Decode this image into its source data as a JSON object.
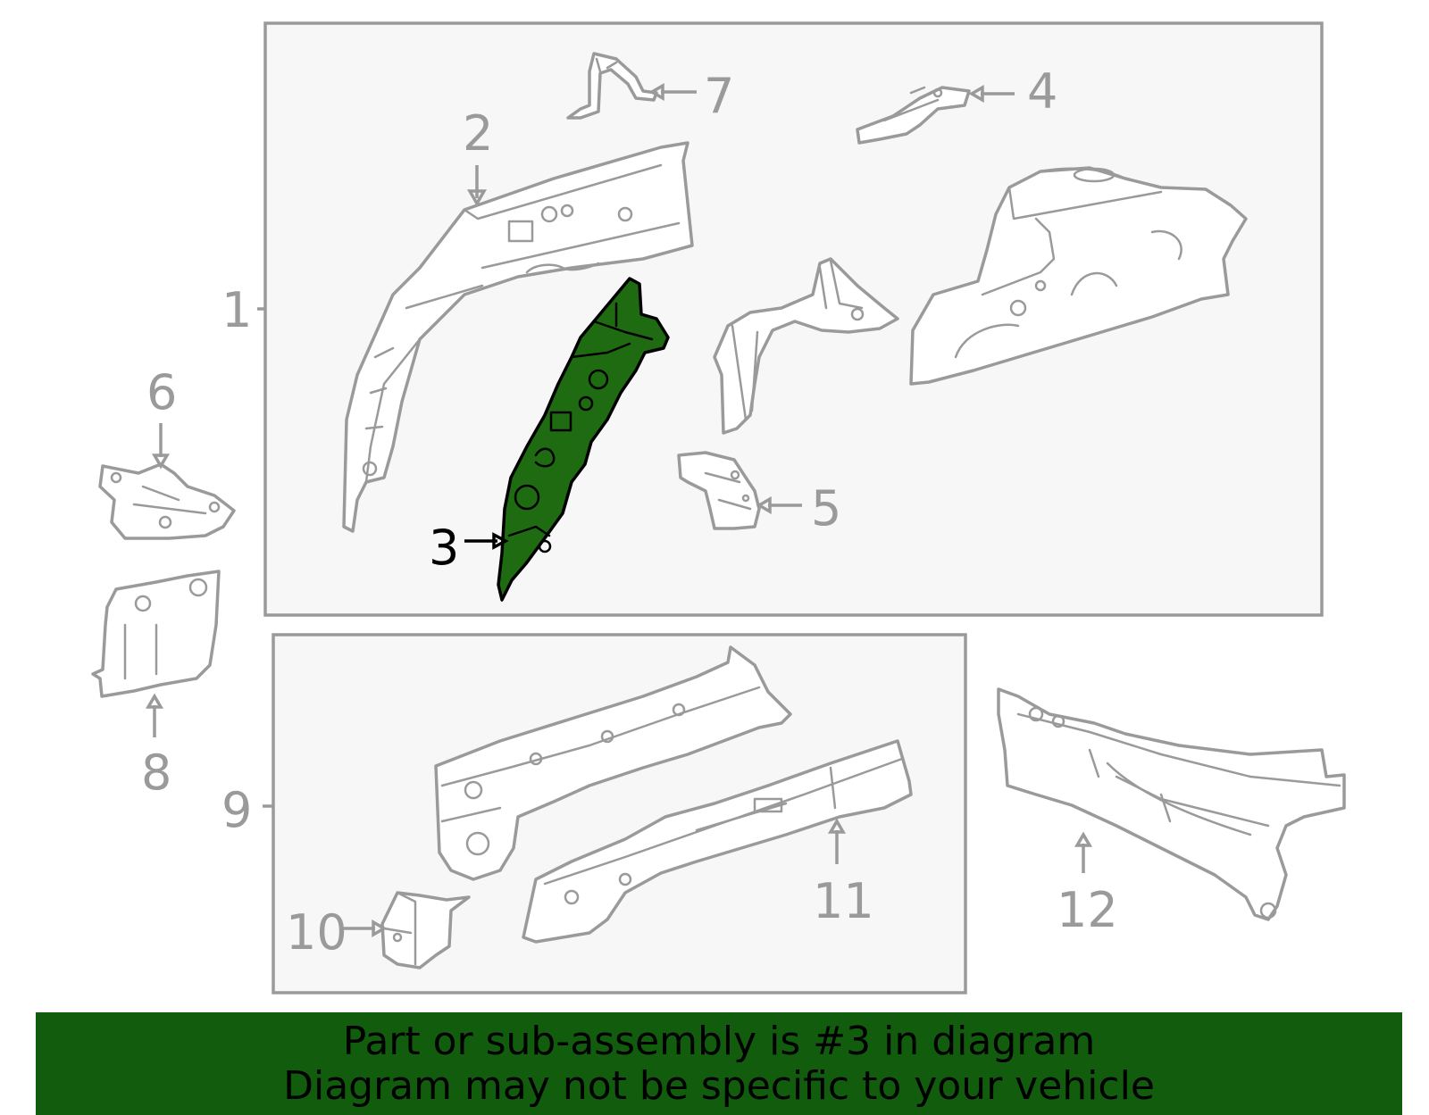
{
  "callouts": {
    "c1": "1",
    "c2": "2",
    "c3": "3",
    "c4": "4",
    "c5": "5",
    "c6": "6",
    "c7": "7",
    "c8": "8",
    "c9": "9",
    "c10": "10",
    "c11": "11",
    "c12": "12"
  },
  "highlighted_part": "3",
  "colors": {
    "highlight_fill": "#1f6b12",
    "banner": "#115c0d",
    "linework": "#9a9a9a",
    "box_fill": "#f7f7f7"
  },
  "banner": {
    "line1": "Part or sub-assembly is #3 in diagram",
    "line2": "Diagram may not be specific to your vehicle"
  }
}
